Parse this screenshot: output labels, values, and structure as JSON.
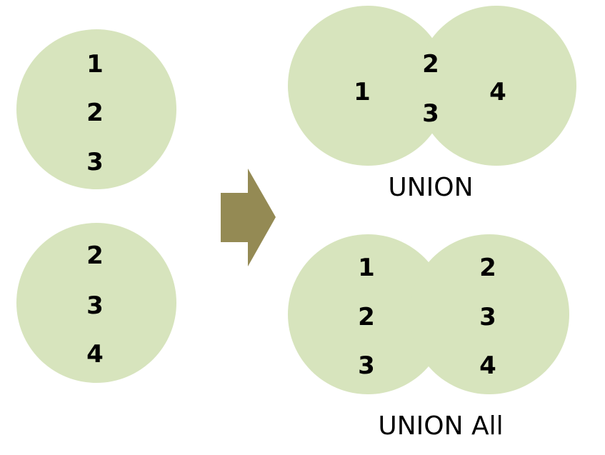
{
  "colors": {
    "circle_fill": "#d7e4bd",
    "arrow_fill": "#948a54",
    "text": "#000000"
  },
  "set_a": {
    "items": [
      "1",
      "2",
      "3"
    ]
  },
  "set_b": {
    "items": [
      "2",
      "3",
      "4"
    ]
  },
  "union": {
    "caption": "UNION",
    "left_only": "1",
    "shared": [
      "2",
      "3"
    ],
    "right_only": "4"
  },
  "union_all": {
    "caption": "UNION All",
    "left_items": [
      "1",
      "2",
      "3"
    ],
    "right_items": [
      "2",
      "3",
      "4"
    ]
  }
}
